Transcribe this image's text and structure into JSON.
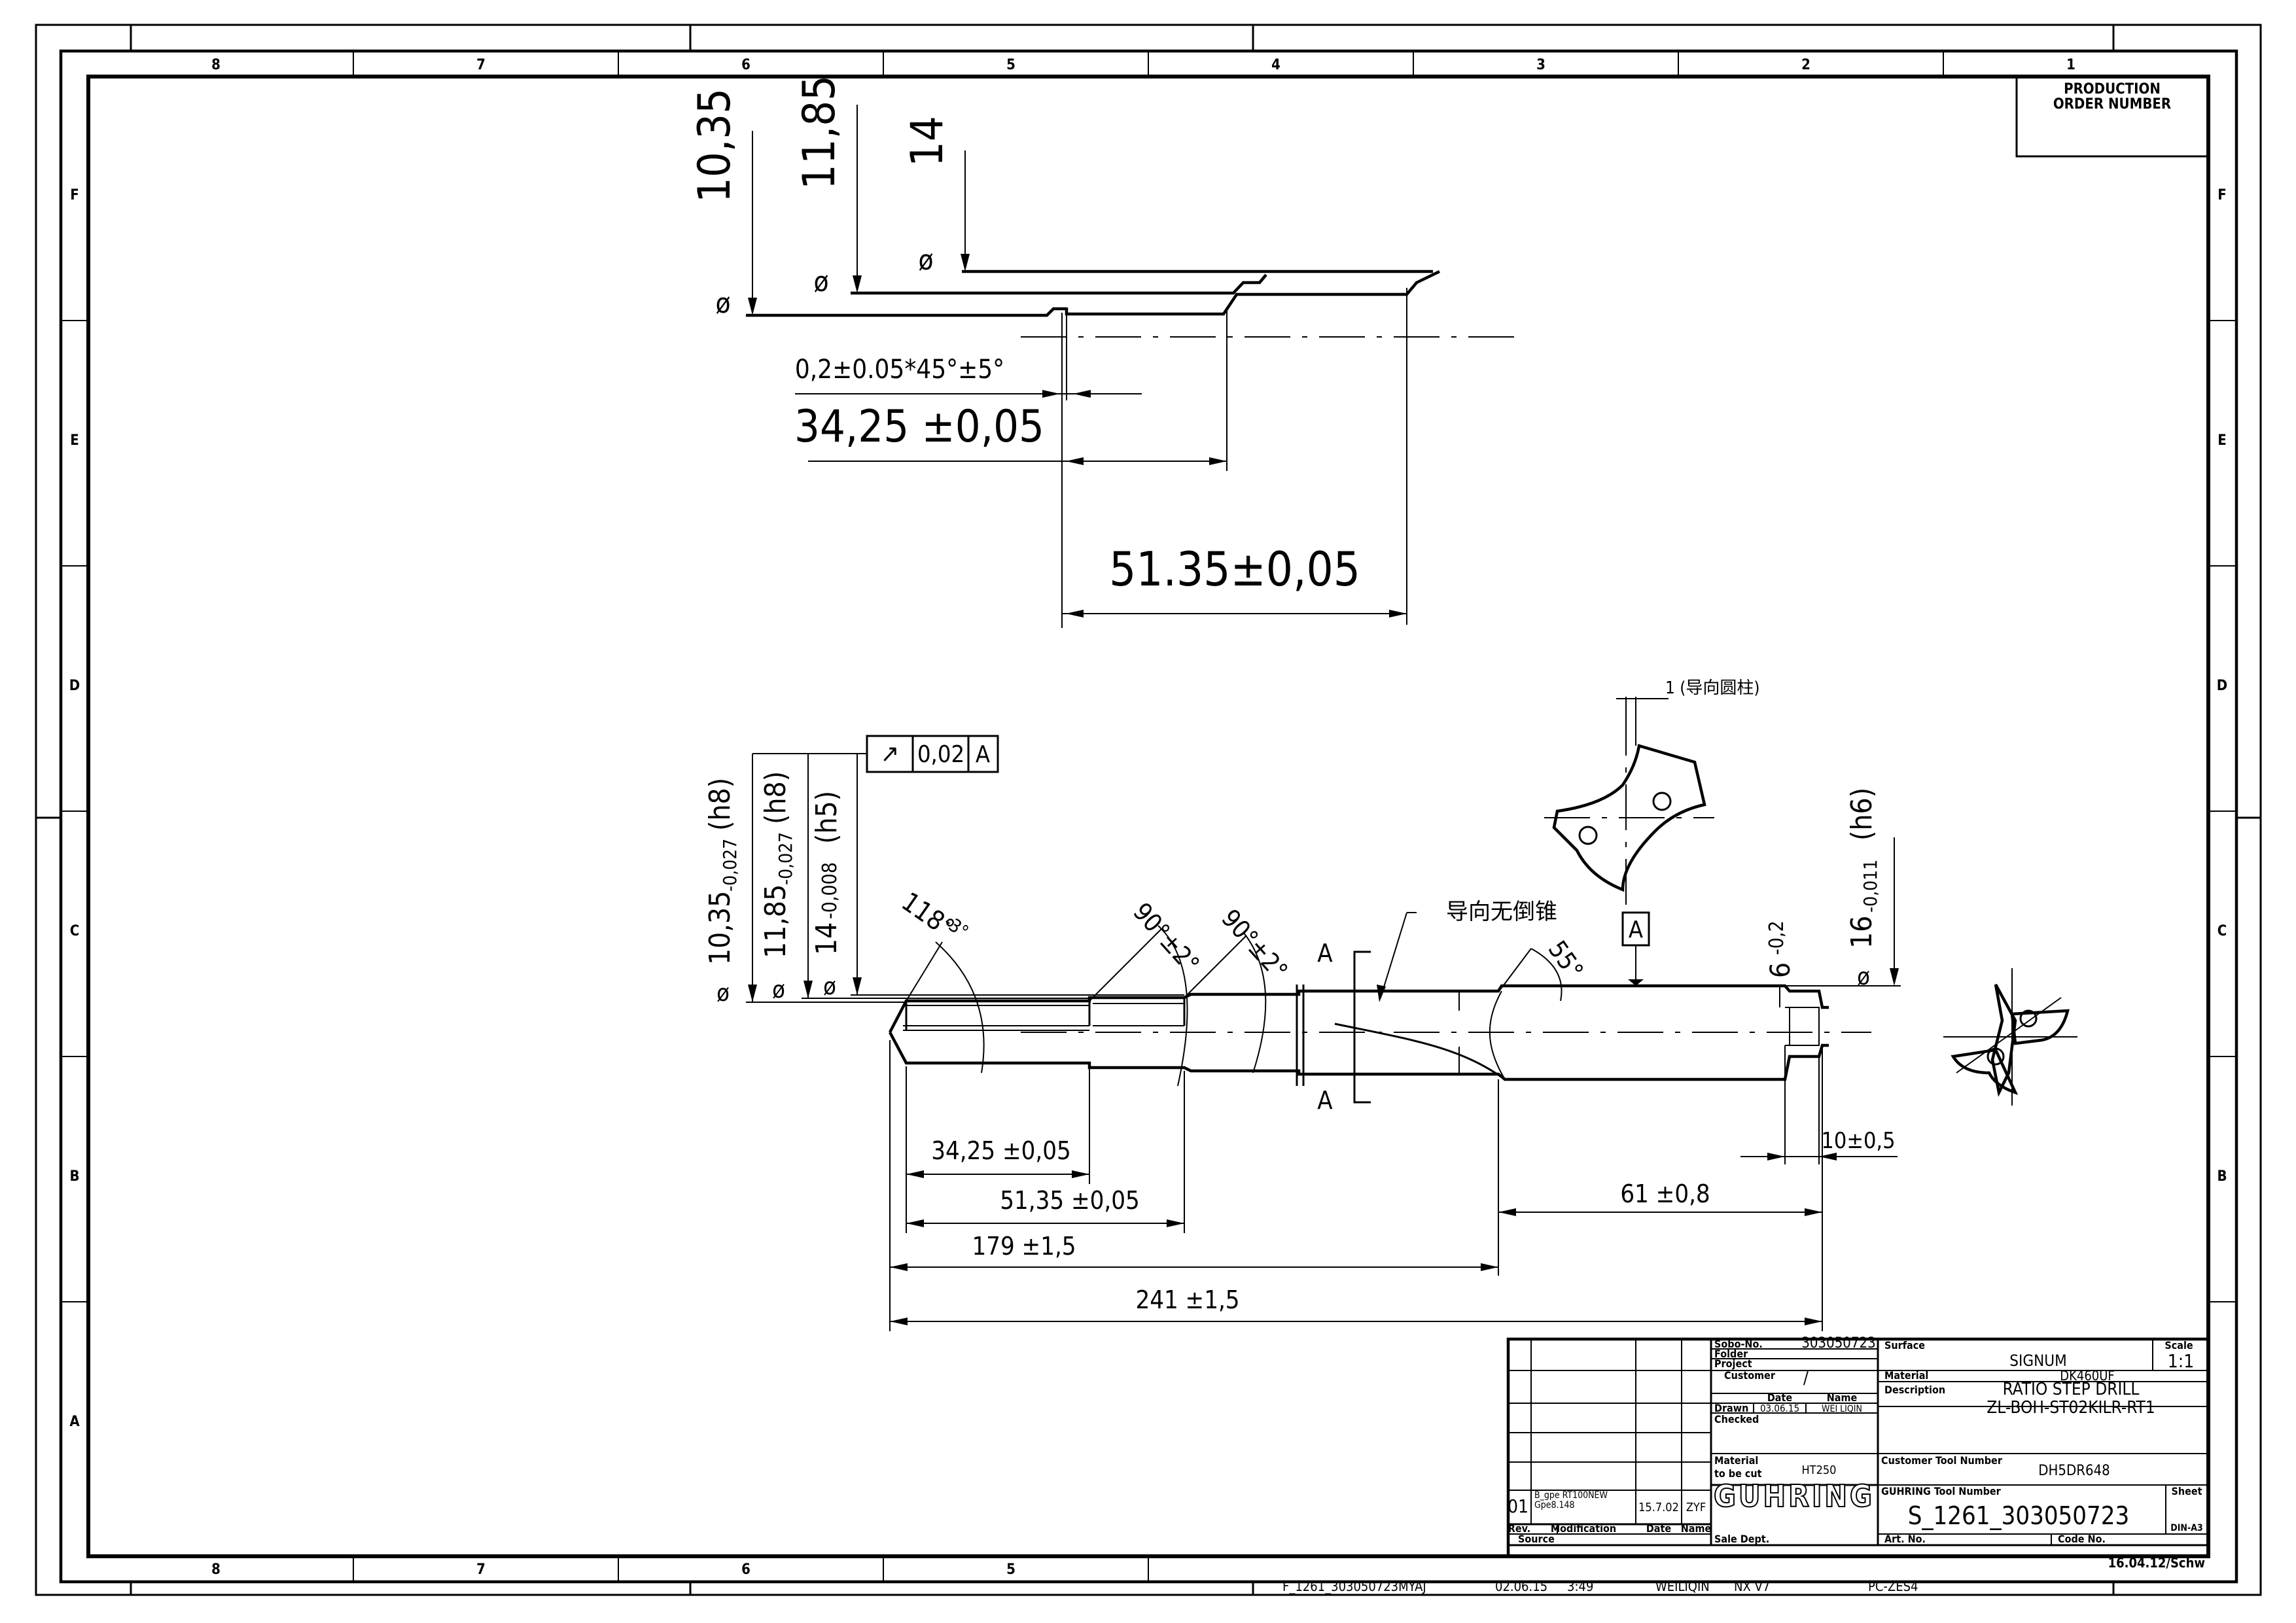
{
  "border": {
    "zones_h": [
      "8",
      "7",
      "6",
      "5",
      "4",
      "3",
      "2",
      "1"
    ],
    "zones_v": [
      "F",
      "E",
      "D",
      "C",
      "B",
      "A"
    ]
  },
  "production_order": "PRODUCTION\nORDER NUMBER",
  "detail": {
    "dia1": "10,35",
    "dia2": "11,85",
    "dia3": "14",
    "dia_symbol": "ø",
    "chamfer": "0,2±0.05*45°±5°",
    "len1": "34,25 ±0,05",
    "len2": "51.35±0,05"
  },
  "main": {
    "runout_symbol": "↗",
    "runout_value": "0,02",
    "runout_datum": "A",
    "dia1": "10,35",
    "dia1_tol": "-0,027",
    "dia1_fit": "(h8)",
    "dia2": "11,85",
    "dia2_tol": "-0,027",
    "dia2_fit": "(h8)",
    "dia3": "14",
    "dia3_tol": "-0,008",
    "dia3_fit": "(h5)",
    "shank_dia": "16",
    "shank_tol": "-0,011",
    "shank_fit": "(h6)",
    "point_angle": "118°",
    "point_tol": "-3°",
    "step_angle1": "90°±2°",
    "step_angle2": "90°±2°",
    "helix_angle": "55°",
    "flat_depth": "6",
    "flat_tol": "-0,2",
    "flat_len": "10±0,5",
    "guide_note": "导向无倒锥",
    "section_label": "A",
    "datum_label": "A",
    "dim_3425": "34,25 ±0,05",
    "dim_5135": "51,35 ±0,05",
    "dim_179": "179 ±1,5",
    "dim_241": "241 ±1,5",
    "dim_61": "61 ±0,8",
    "land_note": "1 (导向圆柱)"
  },
  "title_block": {
    "sobo_label": "Sobo-No.",
    "sobo_value": "303050723",
    "folder_label": "Folder",
    "project_label": "Project",
    "customer_label": "Customer",
    "customer_value": "/",
    "date_label": "Date",
    "name_label": "Name",
    "drawn_label": "Drawn",
    "drawn_date": "03.06.15",
    "drawn_name": "WEI LIQIN",
    "checked_label": "Checked",
    "material_cut_label": "Material",
    "material_cut_label2": "to be cut",
    "material_cut_value": "HT250",
    "surface_label": "Surface",
    "surface_value": "SIGNUM",
    "scale_label": "Scale",
    "scale_value": "1:1",
    "material_label": "Material",
    "material_value": "DK460UF",
    "description_label": "Description",
    "description_line1": "RATIO STEP DRILL",
    "description_line2": "ZL-BOH-ST02KILR-RT1",
    "customer_tool_label": "Customer Tool Number",
    "customer_tool_value": "DH5DR648",
    "guhring_tool_label": "GUHRING Tool Number",
    "guhring_tool_value": "S_1261_303050723",
    "sheet_label": "Sheet",
    "sheet_format": "DIN-A3",
    "logo": "GUHRING",
    "rev_no": "01",
    "rev_mod_line1": "B_gpe RT100NEW",
    "rev_mod_line2": "Gpe8.148",
    "rev_date": "15.7.02",
    "rev_name": "ZYF",
    "rev_label": "Rev.",
    "modification_label": "Modification",
    "rev_date_label": "Date",
    "rev_name_label": "Name",
    "source_label": "Source",
    "sale_dept_label": "Sale Dept.",
    "art_no_label": "Art. No.",
    "code_no_label": "Code No.",
    "template_ref": "16.04.12/Schw"
  },
  "footer": {
    "file": "F_1261_303050723MYAJ",
    "date": "02.06.15",
    "time": "3:49",
    "user": "WEILIQIN",
    "cad": "NX V7",
    "station": "PC-ZES4"
  }
}
